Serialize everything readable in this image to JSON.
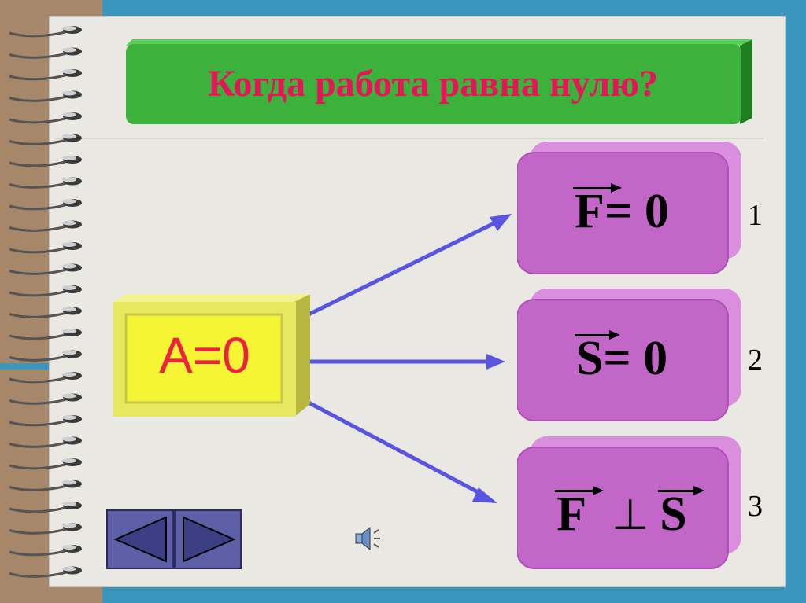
{
  "title": "Когда работа равна нулю?",
  "center_box": {
    "label": "A=0"
  },
  "options": [
    {
      "vector": "F",
      "rest": " = 0",
      "number": "1"
    },
    {
      "vector": "S",
      "rest": " = 0",
      "number": "2"
    },
    {
      "vector1": "F",
      "op": "⊥",
      "vector2": "S",
      "number": "3"
    }
  ],
  "nav": {
    "prev_icon": "triangle-left-icon",
    "next_icon": "triangle-right-icon"
  },
  "sound_icon": "speaker-icon",
  "colors": {
    "title_bg": "#3cb13c",
    "title_text": "#e8145a",
    "a_box_bg": "#e8e860",
    "a_text": "#f02040",
    "option_bg": "#c266c8",
    "arrow": "#5a55e0",
    "nav_bg": "#5c5fa6",
    "background": "#3a96bd"
  }
}
